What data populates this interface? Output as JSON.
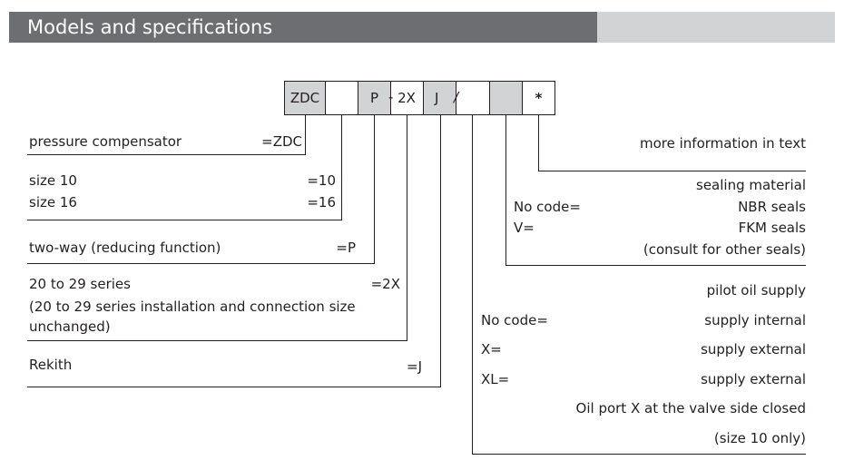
{
  "header": {
    "title": "Models and specifications"
  },
  "code": {
    "zdc": "ZDC",
    "size": "",
    "p": "P",
    "dash": "-",
    "series": "2X",
    "j": "J",
    "slash": "/",
    "pilot": "",
    "seal": "",
    "star": "*"
  },
  "left": {
    "compensator_label": "pressure compensator",
    "compensator_code": "=ZDC",
    "size10_label": "size 10",
    "size10_code": "=10",
    "size16_label": "size 16",
    "size16_code": "=16",
    "twoway_label": "two-way (reducing function)",
    "twoway_code": "=P",
    "series_label": "20 to 29 series",
    "series_code": "=2X",
    "series_note_1": "(20 to 29 series installation and connection size",
    "series_note_2": "unchanged)",
    "rekith_label": "Rekith",
    "rekith_code": "=J"
  },
  "right": {
    "more_info": "more information in text",
    "seal_title": "sealing material",
    "seal_nocode": "No code=",
    "seal_nbr": "NBR seals",
    "seal_v": "V=",
    "seal_fkm": "FKM seals",
    "seal_consult": "(consult for other seals)",
    "pilot_title": "pilot oil supply",
    "pilot_nocode": "No code=",
    "pilot_internal": "supply internal",
    "pilot_x": "X=",
    "pilot_external": "supply external",
    "pilot_xl": "XL=",
    "pilot_external2": "supply external",
    "pilot_port": "Oil port X at the valve side closed",
    "pilot_size": "(size 10 only)"
  }
}
